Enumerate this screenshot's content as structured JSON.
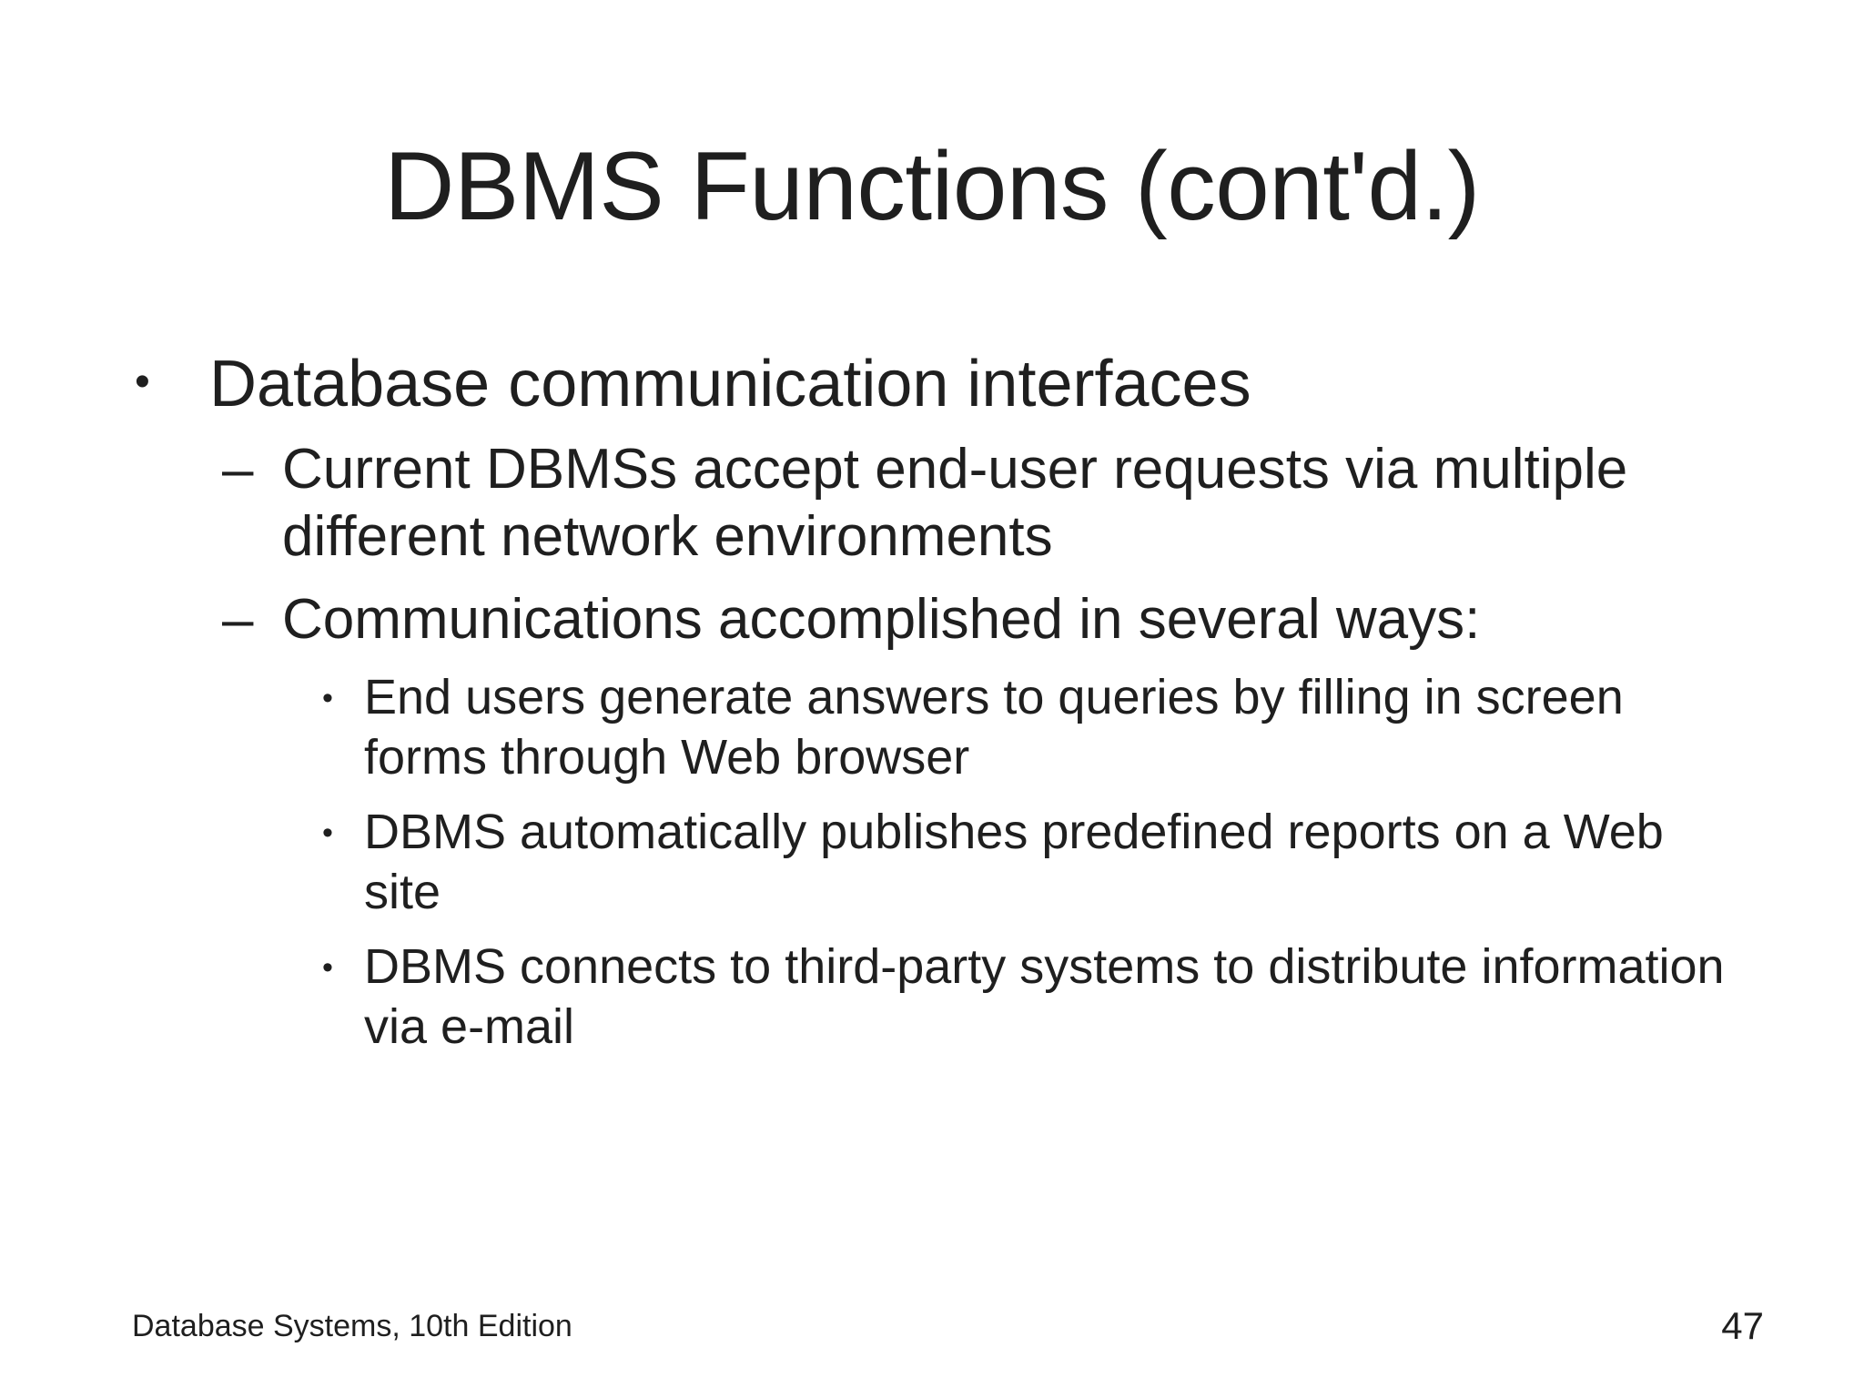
{
  "slide": {
    "title": "DBMS Functions (cont'd.)",
    "background_color": "#ffffff",
    "text_color": "#1f1f1f",
    "markers": {
      "level1": "•",
      "level2": "–",
      "level3": "•"
    },
    "bullets": [
      {
        "level": 1,
        "text": "Database communication interfaces"
      },
      {
        "level": 2,
        "text": "Current DBMSs accept end-user requests via multiple different network environments"
      },
      {
        "level": 2,
        "text": "Communications accomplished in several ways:"
      },
      {
        "level": 3,
        "text": "End users generate answers to queries by filling in screen forms through Web browser"
      },
      {
        "level": 3,
        "text": "DBMS automatically publishes predefined reports on a Web site"
      },
      {
        "level": 3,
        "text": "DBMS connects to third-party systems to distribute information via e-mail"
      }
    ],
    "footer": {
      "source": "Database Systems, 10th Edition",
      "page_number": "47"
    }
  }
}
